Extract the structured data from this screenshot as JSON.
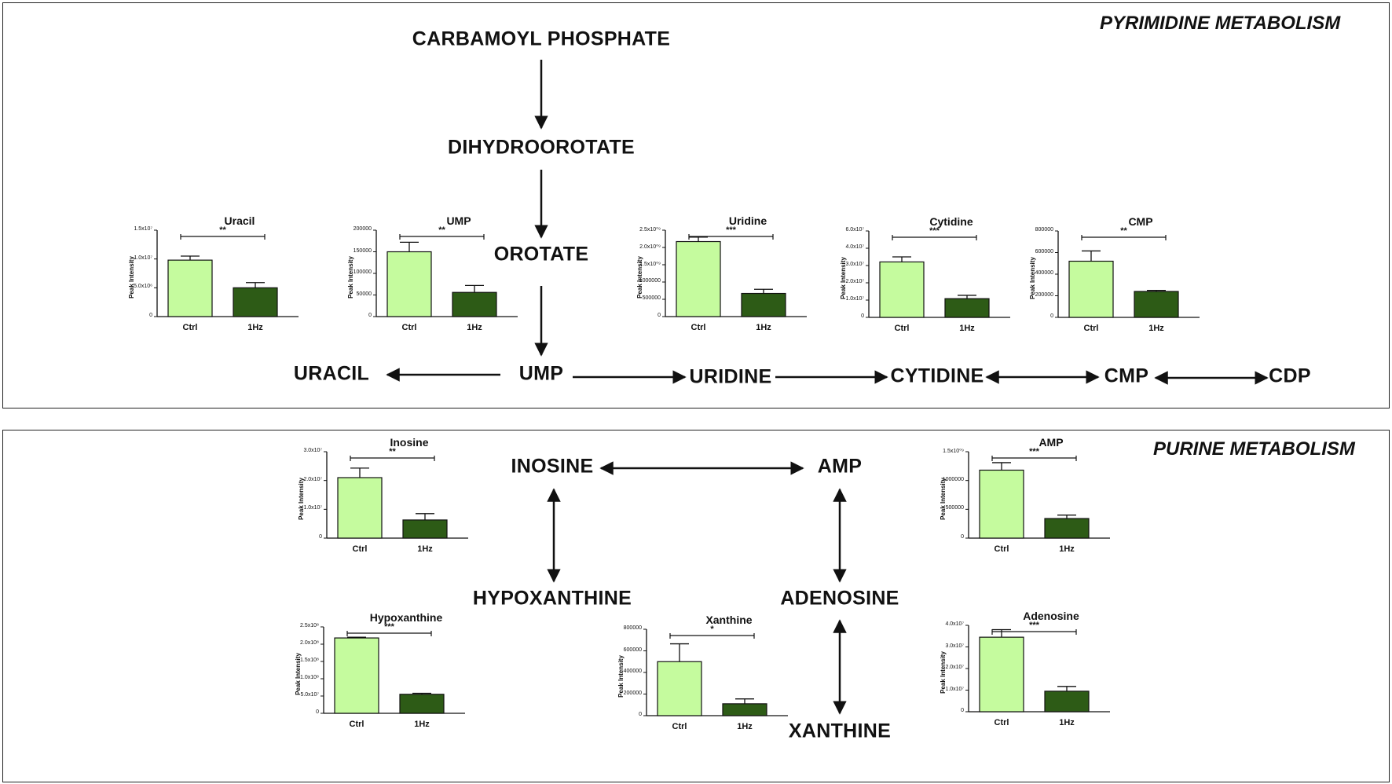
{
  "panels": {
    "pyrimidine_title": "PYRIMIDINE METABOLISM",
    "purine_title": "PURINE METABOLISM"
  },
  "nodes": {
    "carbamoyl_phosphate": "CARBAMOYL PHOSPHATE",
    "dihydroorotate": "DIHYDROOROTATE",
    "orotate": "OROTATE",
    "uracil": "URACIL",
    "ump": "UMP",
    "uridine": "URIDINE",
    "cytidine": "CYTIDINE",
    "cmp": "CMP",
    "cdp": "CDP",
    "inosine": "INOSINE",
    "amp": "AMP",
    "hypoxanthine": "HYPOXANTHINE",
    "adenosine": "ADENOSINE",
    "xanthine": "XANTHINE"
  },
  "colors": {
    "ctrl": "#c5fb9e",
    "treated": "#2d5b16",
    "axis": "#111111"
  },
  "chart_data": [
    {
      "type": "bar",
      "title": "Uracil",
      "significance": "**",
      "ylabel": "Peak Intensity",
      "categories": [
        "Ctrl",
        "1Hz"
      ],
      "values": [
        9800000,
        5000000
      ],
      "errors": [
        700000,
        900000
      ],
      "ylim": [
        0,
        15000000
      ],
      "yticks": [
        "0",
        "5.0x10⁶",
        "1.0x10⁷",
        "1.5x10⁷"
      ]
    },
    {
      "type": "bar",
      "title": "UMP",
      "significance": "**",
      "ylabel": "Peak Intensity",
      "categories": [
        "Ctrl",
        "1Hz"
      ],
      "values": [
        150000,
        56000
      ],
      "errors": [
        22000,
        16000
      ],
      "ylim": [
        0,
        200000
      ],
      "yticks": [
        "0",
        "50000",
        "100000",
        "150000",
        "200000"
      ]
    },
    {
      "type": "bar",
      "title": "Uridine",
      "significance": "***",
      "ylabel": "Peak Intensity",
      "categories": [
        "Ctrl",
        "1Hz"
      ],
      "values": [
        2170000000,
        670000000
      ],
      "errors": [
        130000000,
        120000000
      ],
      "ylim": [
        0,
        2500000000
      ],
      "yticks": [
        "0",
        "500000",
        "1000000",
        "1.5x10⁰⁹",
        "2.0x10⁰⁹",
        "2.5x10⁰⁹"
      ]
    },
    {
      "type": "bar",
      "title": "Cytidine",
      "significance": "***",
      "ylabel": "Peak Intensity",
      "categories": [
        "Ctrl",
        "1Hz"
      ],
      "values": [
        38500000,
        13000000
      ],
      "errors": [
        3500000,
        2300000
      ],
      "ylim": [
        0,
        60000000
      ],
      "yticks": [
        "0",
        "1.0x10⁷",
        "2.0x10⁷",
        "3.0x10⁷",
        "4.0x10⁷",
        "6.0x10⁷"
      ]
    },
    {
      "type": "bar",
      "title": "CMP",
      "significance": "**",
      "ylabel": "Peak Intensity",
      "categories": [
        "Ctrl",
        "1Hz"
      ],
      "values": [
        520000,
        240000
      ],
      "errors": [
        95000,
        10000
      ],
      "ylim": [
        0,
        800000
      ],
      "yticks": [
        "0",
        "200000",
        "400000",
        "600000",
        "800000"
      ]
    },
    {
      "type": "bar",
      "title": "Inosine",
      "significance": "**",
      "ylabel": "Peak Intensity",
      "categories": [
        "Ctrl",
        "1Hz"
      ],
      "values": [
        21000000,
        6300000
      ],
      "errors": [
        3300000,
        2200000
      ],
      "ylim": [
        0,
        30000000
      ],
      "yticks": [
        "0",
        "1.0x10⁷",
        "2.0x10⁷",
        "3.0x10⁷"
      ]
    },
    {
      "type": "bar",
      "title": "AMP",
      "significance": "***",
      "ylabel": "Peak Intensity",
      "categories": [
        "Ctrl",
        "1Hz"
      ],
      "values": [
        1180000000,
        340000000
      ],
      "errors": [
        130000000,
        60000000
      ],
      "ylim": [
        0,
        1500000000
      ],
      "yticks": [
        "0",
        "500000",
        "1000000",
        "1.5x10⁰⁹"
      ]
    },
    {
      "type": "bar",
      "title": "Hypoxanthine",
      "significance": "***",
      "ylabel": "Peak Intensity",
      "categories": [
        "Ctrl",
        "1Hz"
      ],
      "values": [
        218000000,
        55000000
      ],
      "errors": [
        2000000,
        3000000
      ],
      "ylim": [
        0,
        250000000
      ],
      "yticks": [
        "0",
        "5.0x10⁷",
        "1.0x10⁸",
        "1.5x10⁸",
        "2.0x10⁸",
        "2.5x10⁸"
      ]
    },
    {
      "type": "bar",
      "title": "Xanthine",
      "significance": "*",
      "ylabel": "Peak Intensity",
      "categories": [
        "Ctrl",
        "1Hz"
      ],
      "values": [
        500000,
        110000
      ],
      "errors": [
        165000,
        45000
      ],
      "ylim": [
        0,
        800000
      ],
      "yticks": [
        "0",
        "200000",
        "400000",
        "600000",
        "800000"
      ]
    },
    {
      "type": "bar",
      "title": "Adenosine",
      "significance": "***",
      "ylabel": "Peak Intensity",
      "categories": [
        "Ctrl",
        "1Hz"
      ],
      "values": [
        34500000,
        9500000
      ],
      "errors": [
        3500000,
        2200000
      ],
      "ylim": [
        0,
        40000000
      ],
      "yticks": [
        "0",
        "1.0x10⁷",
        "2.0x10⁷",
        "3.0x10⁷",
        "4.0x10⁷"
      ]
    }
  ]
}
